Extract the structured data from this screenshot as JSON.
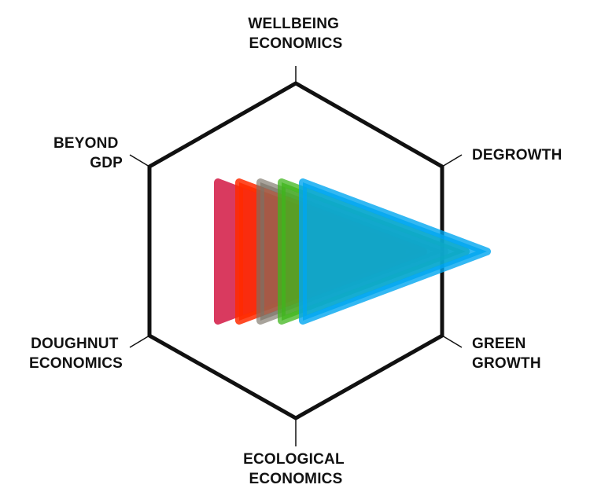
{
  "diagram": {
    "colors": {
      "hexagon_stroke": "#111111",
      "connector_stroke": "#111111",
      "label_text": "#111111"
    },
    "labels": {
      "top": {
        "line1": "WELLBEING",
        "line2": "ECONOMICS"
      },
      "upper_right": {
        "line1": "DEGROWTH"
      },
      "lower_right": {
        "line1": "GREEN",
        "line2": "GROWTH"
      },
      "bottom": {
        "line1": "ECOLOGICAL",
        "line2": "ECONOMICS"
      },
      "lower_left": {
        "line1": "DOUGHNUT",
        "line2": "ECONOMICS"
      },
      "upper_left": {
        "line1": "BEYOND",
        "line2": "GDP"
      }
    },
    "arrows": [
      {
        "color": "#d93a5f",
        "opacity": 1.0,
        "icon": "play-triangle-icon"
      },
      {
        "color": "#ff2a00",
        "opacity": 0.85,
        "icon": "play-triangle-icon"
      },
      {
        "color": "#7a7266",
        "opacity": 0.65,
        "icon": "play-triangle-icon"
      },
      {
        "color": "#3fb51c",
        "opacity": 0.75,
        "icon": "play-triangle-icon"
      },
      {
        "color": "#00a6f0",
        "opacity": 0.8,
        "icon": "play-triangle-icon"
      }
    ]
  }
}
